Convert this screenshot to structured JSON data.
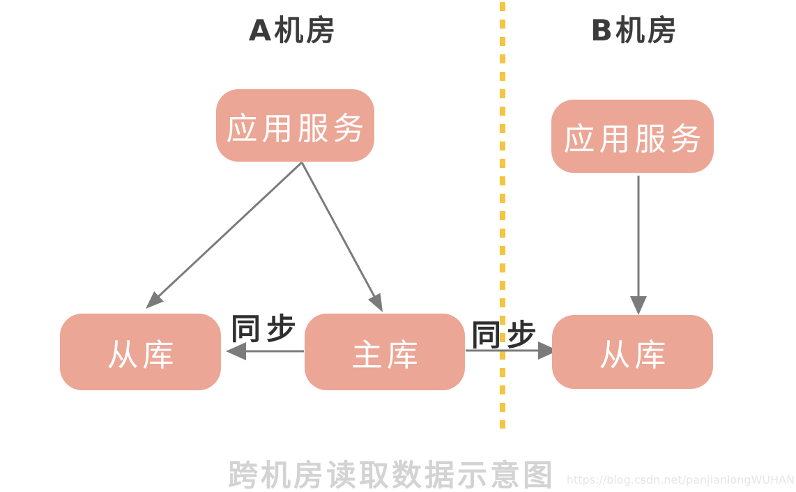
{
  "zones": {
    "a": {
      "label": "A机房"
    },
    "b": {
      "label": "B机房"
    }
  },
  "nodes": {
    "app_a": {
      "label": "应用服务"
    },
    "app_b": {
      "label": "应用服务"
    },
    "slave_a": {
      "label": "从库"
    },
    "master": {
      "label": "主库"
    },
    "slave_b": {
      "label": "从库"
    }
  },
  "edges": {
    "sync_left": {
      "label": "同步"
    },
    "sync_right": {
      "label": "同步"
    }
  },
  "caption": {
    "text": "跨机房读取数据示意图"
  },
  "watermark": {
    "text": "https://blog.csdn.net/panjianlongWUHAN"
  },
  "colors": {
    "background": "#FFFFFF",
    "node_fill": "#EBA695",
    "node_text": "#FFFFFF",
    "arrow": "#7B7B7B",
    "divider": "#F5C440",
    "heading_text": "#3B3B3B",
    "sync_text": "#2F2F2F",
    "caption_text": "#D3D3D3",
    "watermark_text": "#E6E6E6"
  }
}
